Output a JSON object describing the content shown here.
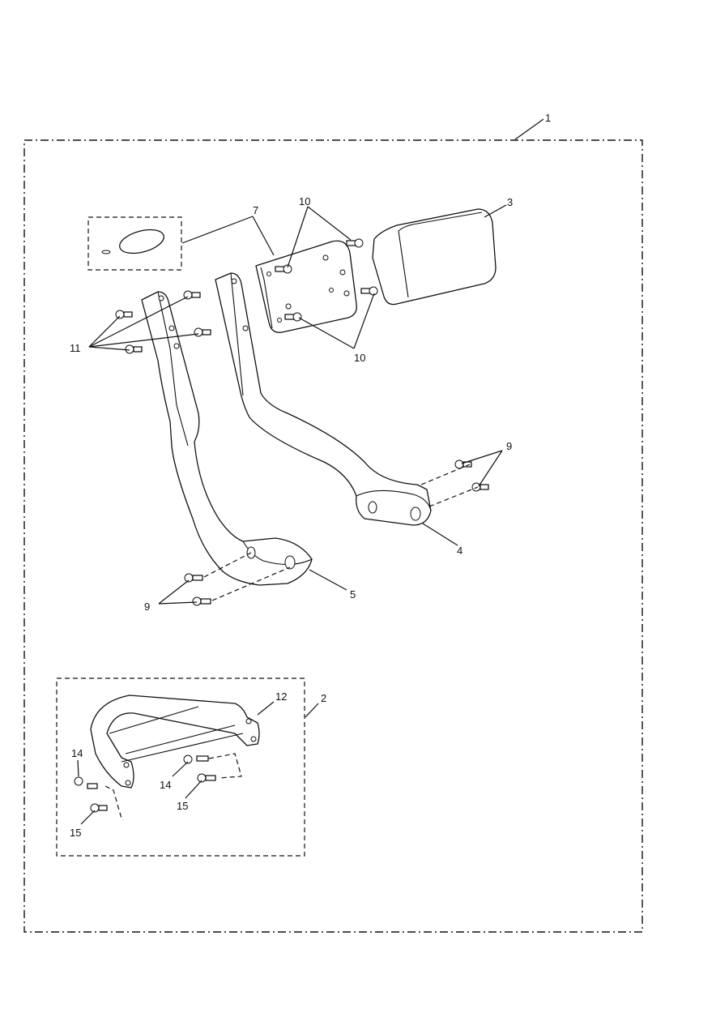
{
  "callouts": {
    "c1": "1",
    "c2": "2",
    "c3": "3",
    "c4": "4",
    "c5": "5",
    "c7": "7",
    "c9a": "9",
    "c9b": "9",
    "c10a": "10",
    "c10b": "10",
    "c11": "11",
    "c12": "12",
    "c14a": "14",
    "c14b": "14",
    "c15a": "15",
    "c15b": "15"
  }
}
